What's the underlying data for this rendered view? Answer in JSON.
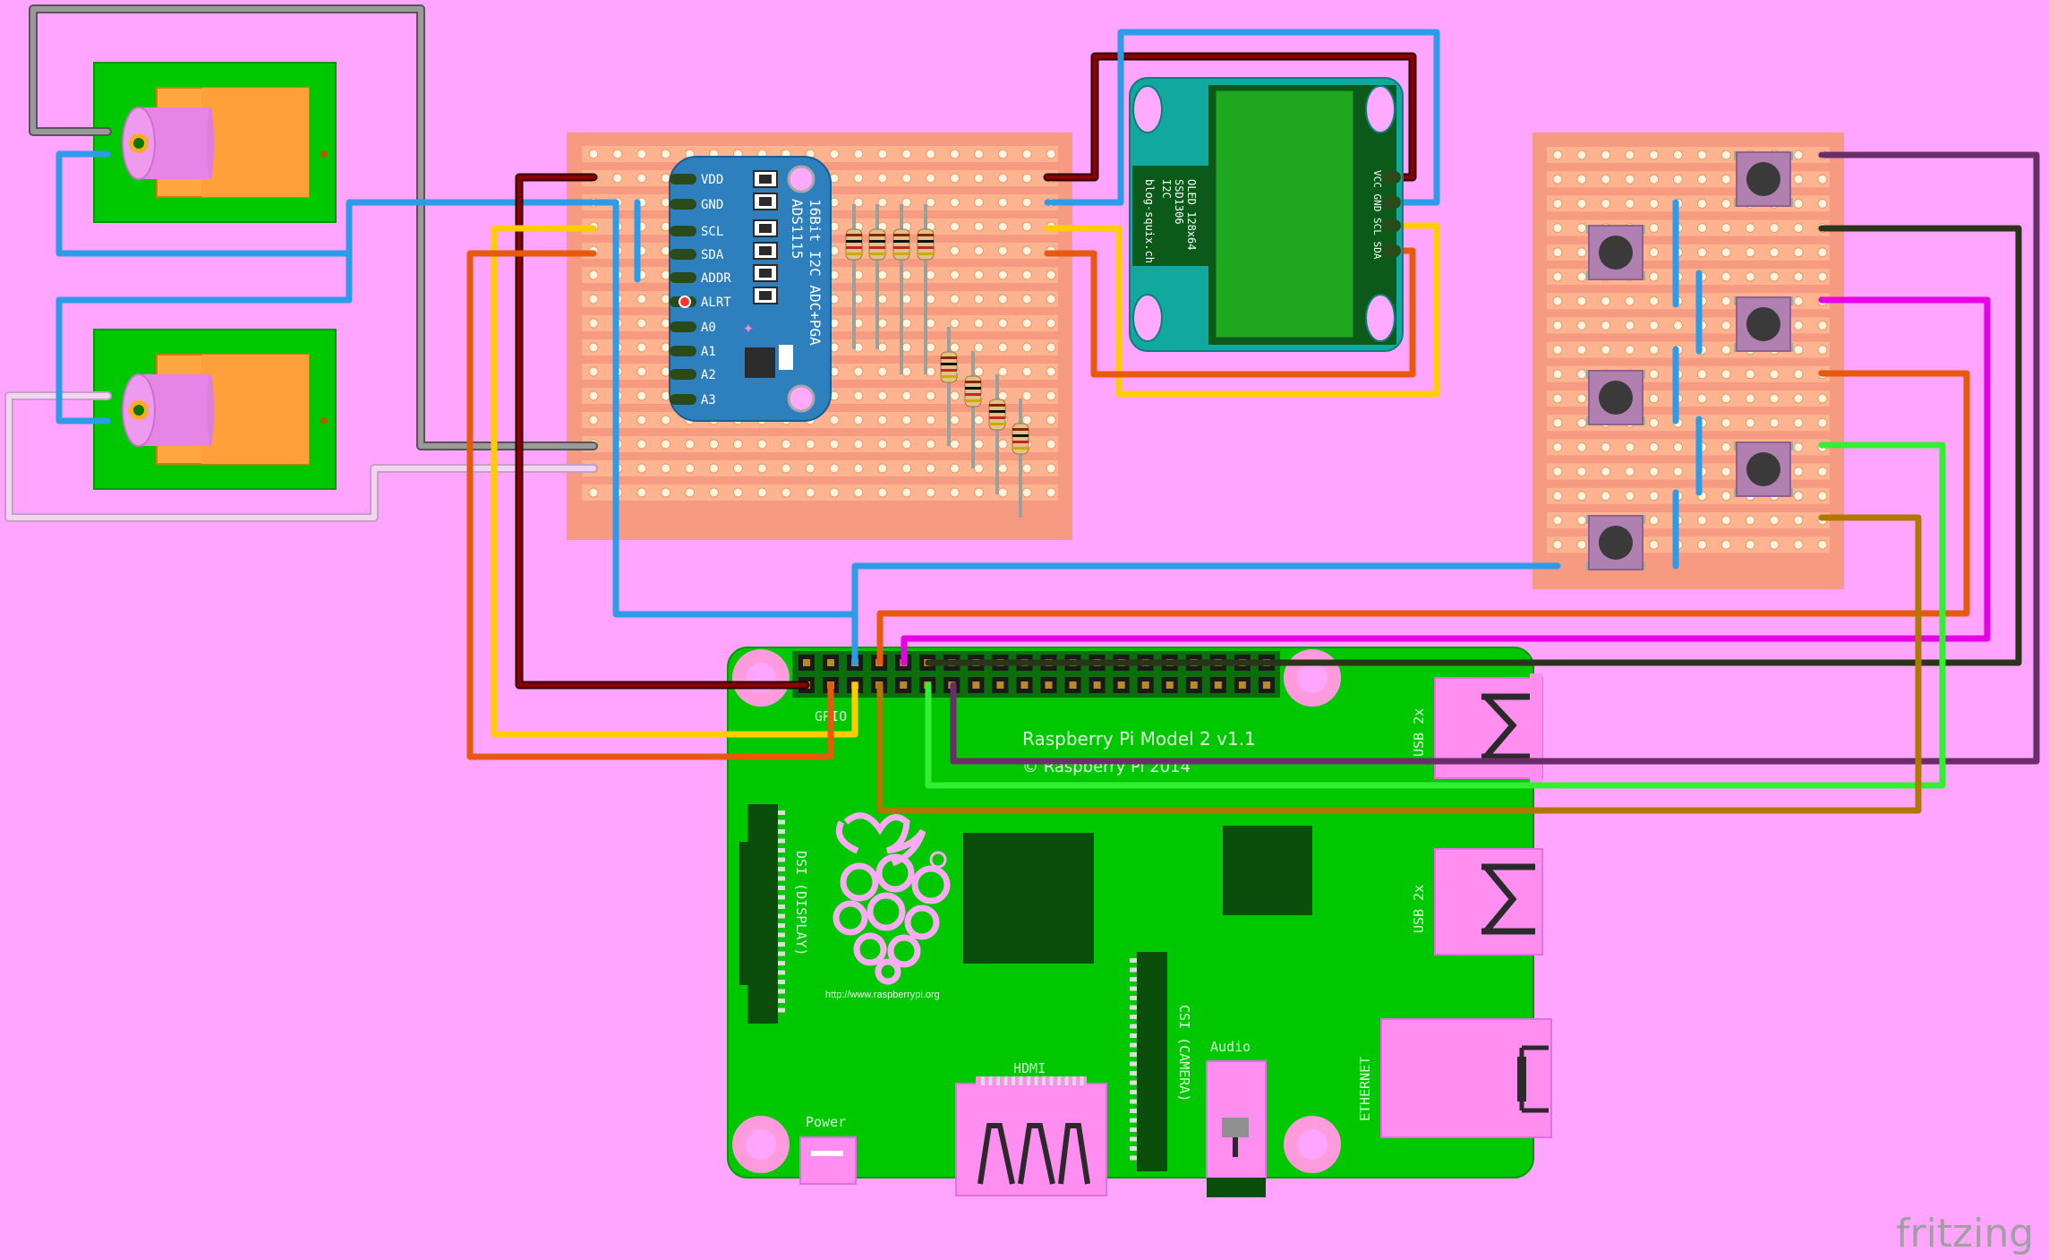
{
  "pi": {
    "model_label": "Raspberry Pi Model 2 v1.1",
    "copyright_label": "© Raspberry Pi 2014",
    "gpio_label": "GPIO",
    "url_label": "http://www.raspberrypi.org",
    "usb_top_label": "USB 2x",
    "usb_bottom_label": "USB 2x",
    "ethernet_label": "ETHERNET",
    "hdmi_label": "HDMI",
    "audio_label": "Audio",
    "power_label": "Power",
    "display_label": "DSI (DISPLAY)",
    "camera_label": "CSI (CAMERA)"
  },
  "adc": {
    "title_line1": "16Bit I2C ADC+PGA",
    "title_line2": "ADS1115",
    "pins": [
      "VDD",
      "GND",
      "SCL",
      "SDA",
      "ADDR",
      "ALRT",
      "A0",
      "A1",
      "A2",
      "A3"
    ]
  },
  "oled": {
    "text_line1": "OLED 128x64",
    "text_line2": "SSD1306",
    "text_line3": "I2C",
    "text_line4": "blog-squix.ch",
    "pins": "VCC GND SCL SDA"
  },
  "watermark": "fritzing",
  "colors": {
    "background": "#ffa5ff",
    "pcb_green": "#00c800",
    "stripboard": "#f79a82",
    "wire_blue": "#2b9bea",
    "wire_red": "#8b0000",
    "wire_orange": "#e8590c",
    "wire_yellow": "#ffcc00",
    "wire_gray": "#8a8a8a",
    "wire_lightpink": "#e2bde2",
    "wire_magenta": "#e600e6",
    "wire_green": "#33ee33",
    "wire_brown": "#b07800",
    "wire_darkolive": "#3f4a25",
    "wire_purple": "#8a3d8a"
  }
}
